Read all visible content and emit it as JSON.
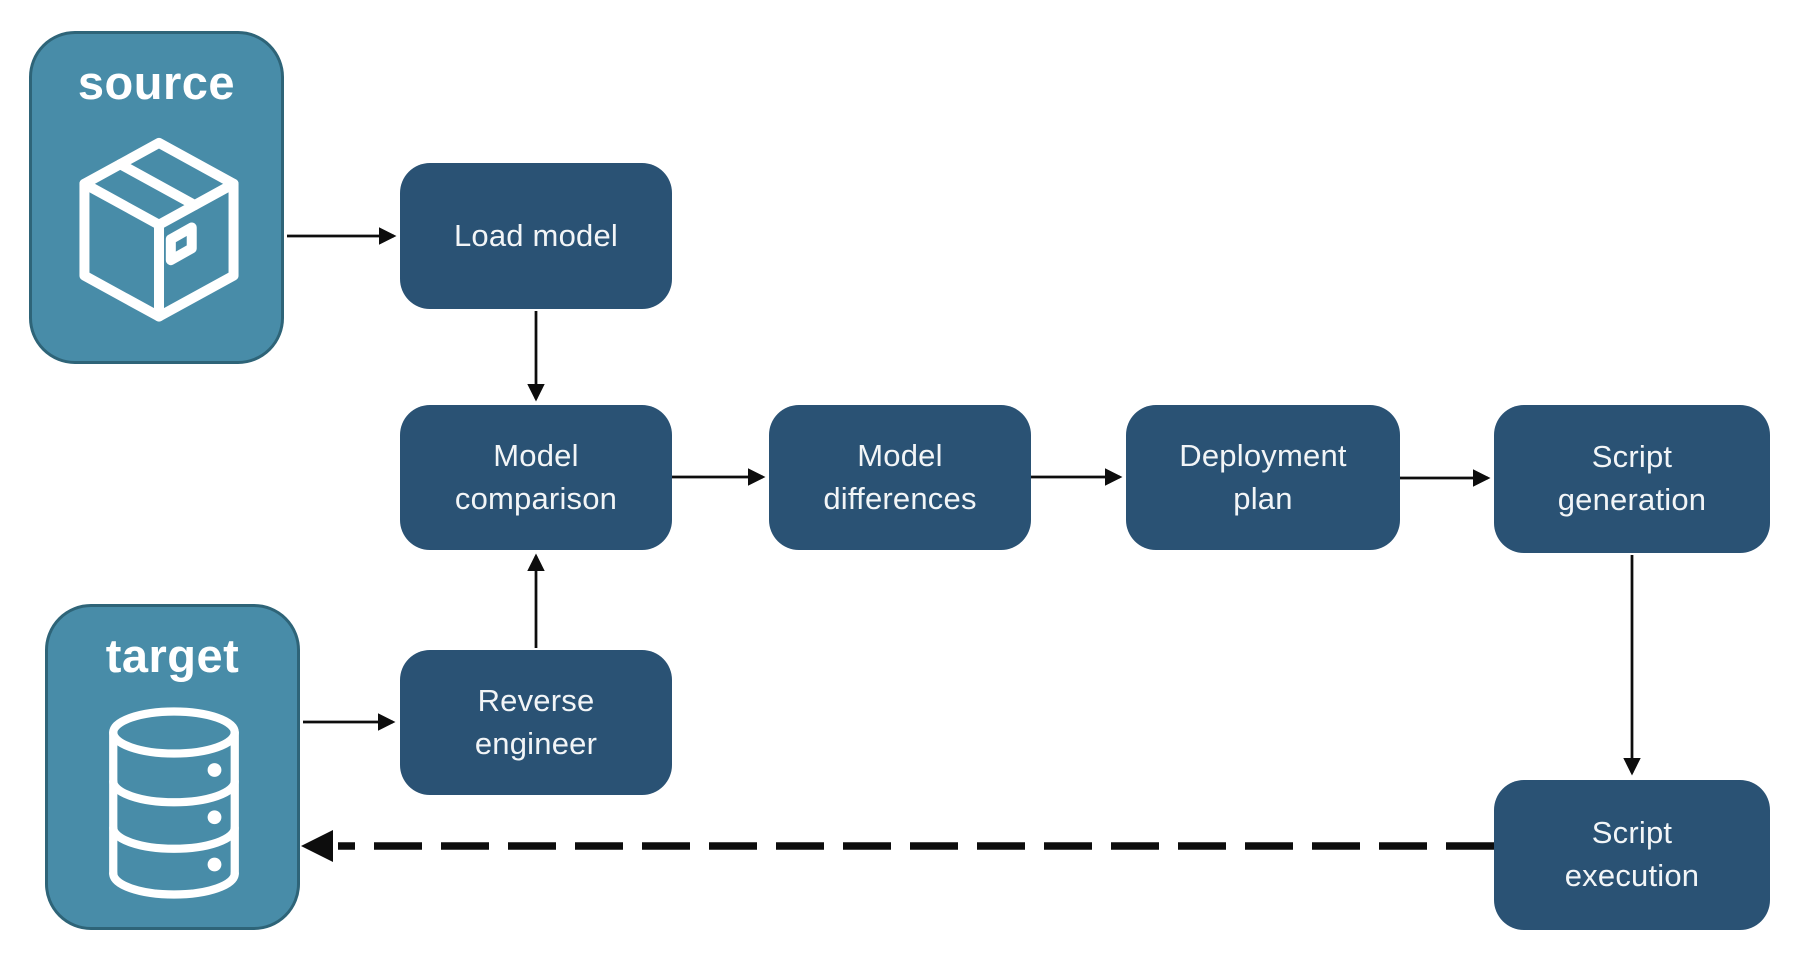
{
  "diagram": {
    "colors": {
      "node_fill": "#2A5274",
      "node_text": "#F2F5F7",
      "endpoint_fill": "#488CA8",
      "endpoint_border": "#2E6478",
      "endpoint_text": "#FFFFFF",
      "arrow": "#0D0D0D",
      "background": "#FFFFFF"
    },
    "endpoints": {
      "source": {
        "label": "source",
        "icon": "package-icon"
      },
      "target": {
        "label": "target",
        "icon": "database-icon"
      }
    },
    "nodes": {
      "load_model": {
        "label": "Load model"
      },
      "model_comparison": {
        "label": "Model\ncomparison"
      },
      "model_differences": {
        "label": "Model\ndifferences"
      },
      "deployment_plan": {
        "label": "Deployment\nplan"
      },
      "script_generation": {
        "label": "Script\ngeneration"
      },
      "reverse_engineer": {
        "label": "Reverse\nengineer"
      },
      "script_execution": {
        "label": "Script\nexecution"
      }
    },
    "edges": [
      {
        "from": "source",
        "to": "load_model",
        "style": "solid"
      },
      {
        "from": "load_model",
        "to": "model_comparison",
        "style": "solid"
      },
      {
        "from": "target",
        "to": "reverse_engineer",
        "style": "solid"
      },
      {
        "from": "reverse_engineer",
        "to": "model_comparison",
        "style": "solid"
      },
      {
        "from": "model_comparison",
        "to": "model_differences",
        "style": "solid"
      },
      {
        "from": "model_differences",
        "to": "deployment_plan",
        "style": "solid"
      },
      {
        "from": "deployment_plan",
        "to": "script_generation",
        "style": "solid"
      },
      {
        "from": "script_generation",
        "to": "script_execution",
        "style": "solid"
      },
      {
        "from": "script_execution",
        "to": "target",
        "style": "dashed"
      }
    ]
  }
}
